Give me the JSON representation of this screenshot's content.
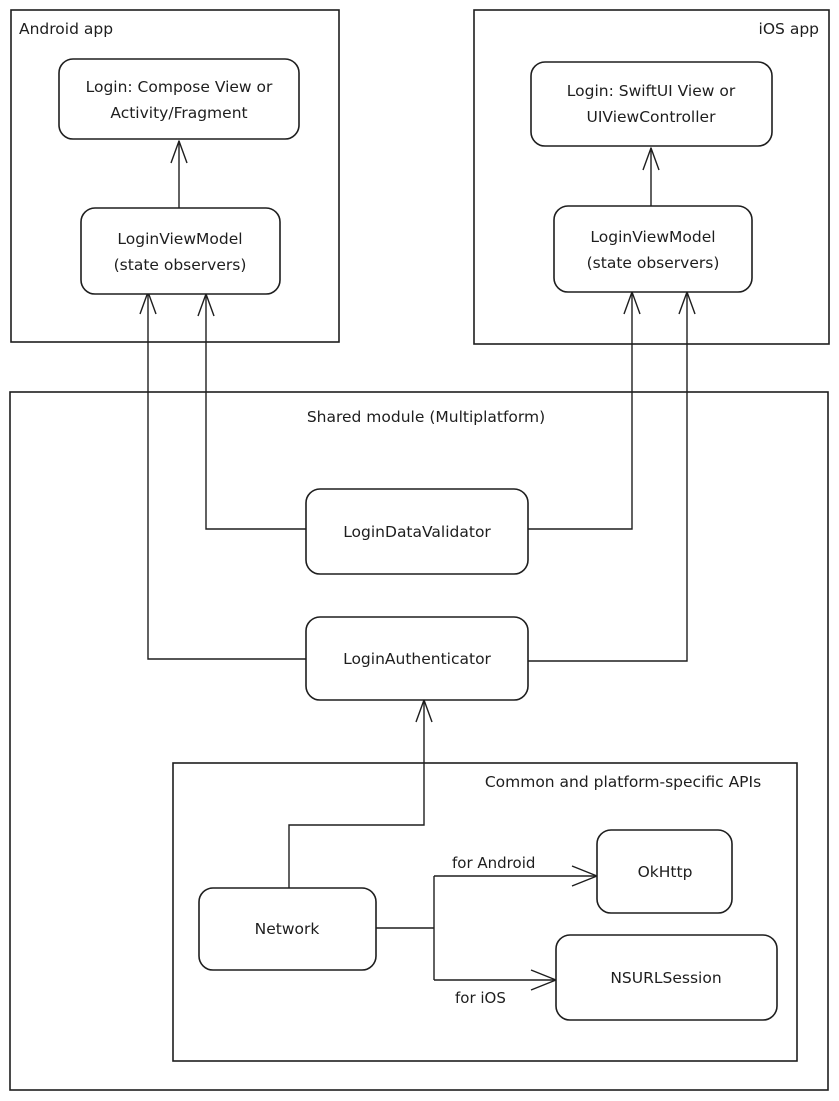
{
  "containers": {
    "android": "Android app",
    "ios": "iOS app",
    "shared": "Shared module (Multiplatform)",
    "apis": "Common and platform-specific APIs"
  },
  "nodes": {
    "android_login": [
      "Login: Compose View or",
      "Activity/Fragment"
    ],
    "android_vm": [
      "LoginViewModel",
      "(state observers)"
    ],
    "ios_login": [
      "Login: SwiftUI View or",
      "UIViewController"
    ],
    "ios_vm": [
      "LoginViewModel",
      "(state observers)"
    ],
    "validator": "LoginDataValidator",
    "authenticator": "LoginAuthenticator",
    "network": "Network",
    "okhttp": "OkHttp",
    "nsurlsession": "NSURLSession"
  },
  "edge_labels": {
    "for_android": "for Android",
    "for_ios": "for iOS"
  }
}
